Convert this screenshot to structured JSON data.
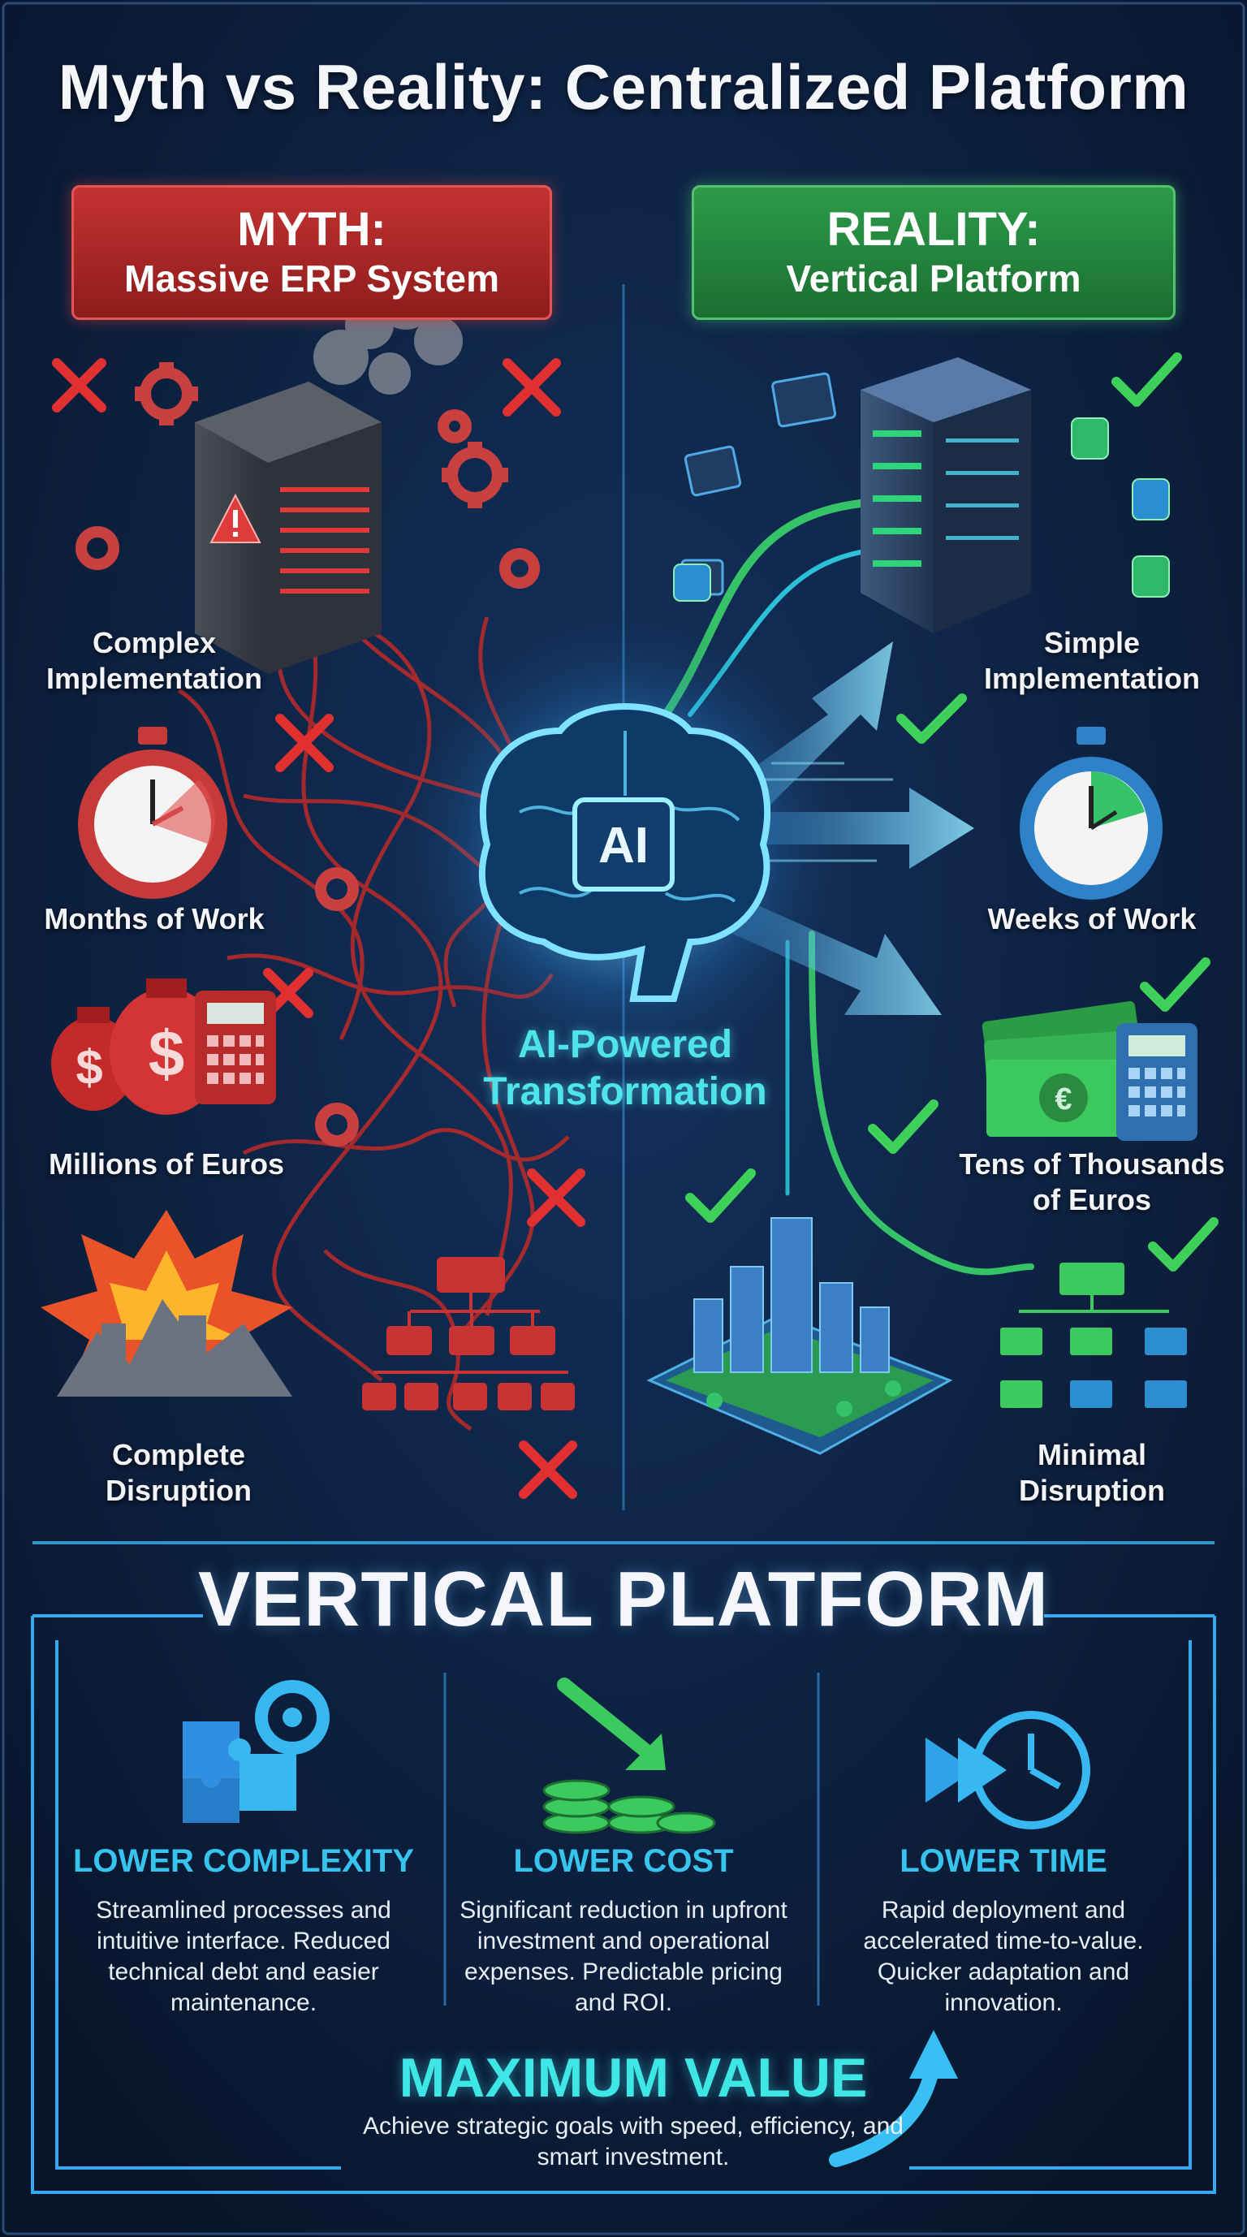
{
  "title": "Myth vs Reality: Centralized Platform",
  "myth": {
    "heading": "MYTH:",
    "subheading": "Massive ERP System",
    "items": [
      {
        "label": "Complex\nImplementation"
      },
      {
        "label": "Months of Work"
      },
      {
        "label": "Millions of Euros"
      },
      {
        "label": "Complete\nDisruption"
      }
    ]
  },
  "reality": {
    "heading": "REALITY:",
    "subheading": "Vertical Platform",
    "items": [
      {
        "label": "Simple\nImplementation"
      },
      {
        "label": "Weeks of Work"
      },
      {
        "label": "Tens of Thousands\nof Euros"
      },
      {
        "label": "Minimal\nDisruption"
      }
    ]
  },
  "center": {
    "chip_text": "AI",
    "caption": "AI-Powered\nTransformation"
  },
  "platform": {
    "title": "VERTICAL PLATFORM",
    "columns": [
      {
        "heading": "LOWER COMPLEXITY",
        "text": "Streamlined processes and intuitive interface. Reduced technical debt and easier maintenance."
      },
      {
        "heading": "LOWER COST",
        "text": "Significant reduction in upfront investment and operational expenses. Predictable pricing and ROI."
      },
      {
        "heading": "LOWER TIME",
        "text": "Rapid deployment and accelerated time-to-value. Quicker adaptation and innovation."
      }
    ],
    "footer_title": "MAXIMUM VALUE",
    "footer_text": "Achieve strategic goals with speed, efficiency, and smart investment."
  },
  "colors": {
    "myth_red": "#d93a3a",
    "reality_green": "#3cc95e",
    "accent_cyan": "#36c4ee",
    "background": "#0a1a33"
  }
}
